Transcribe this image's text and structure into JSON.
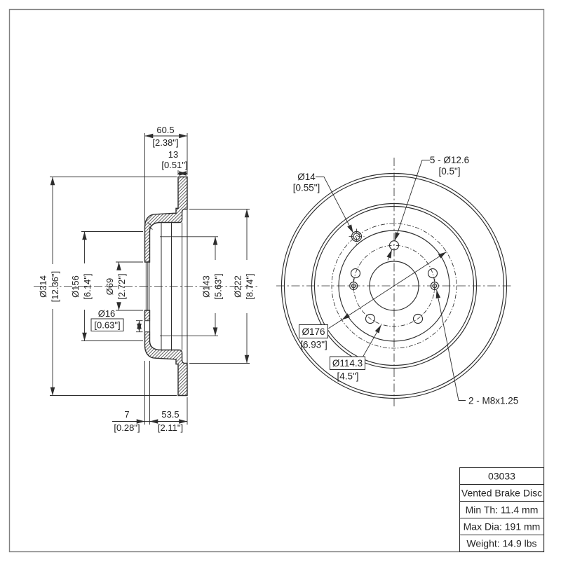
{
  "drawing": {
    "left_view": {
      "dims": {
        "d314": {
          "mm": "Ø314",
          "in": "[12.36\"]"
        },
        "d156": {
          "mm": "Ø156",
          "in": "[6.14\"]"
        },
        "d69": {
          "mm": "Ø69",
          "in": "[2.72\"]"
        },
        "d16": {
          "mm": "Ø16",
          "in": "[0.63\"]"
        },
        "d143": {
          "mm": "Ø143",
          "in": "[5.63\"]"
        },
        "d222": {
          "mm": "Ø222",
          "in": "[8.74\"]"
        },
        "w605": {
          "mm": "60.5",
          "in": "[2.38\"]"
        },
        "w13": {
          "mm": "13",
          "in": "[0.51\"]"
        },
        "w7": {
          "mm": "7",
          "in": "[0.28\"]"
        },
        "w535": {
          "mm": "53.5",
          "in": "[2.11\"]"
        }
      }
    },
    "right_view": {
      "labels": {
        "d14": {
          "mm": "Ø14",
          "in": "[0.55\"]"
        },
        "lug": {
          "mm": "5 - Ø12.6",
          "in": "[0.5\"]"
        },
        "d176": {
          "mm": "Ø176",
          "in": "[6.93\"]"
        },
        "bcd": {
          "mm": "Ø114.3",
          "in": "[4.5\"]"
        },
        "thread": "2 - M8x1.25"
      }
    },
    "title_block": {
      "part_number": "03033",
      "description": "Vented Brake Disc",
      "min_thickness": "Min Th: 11.4 mm",
      "max_diameter": "Max Dia: 191 mm",
      "weight": "Weight: 14.9 lbs"
    }
  }
}
